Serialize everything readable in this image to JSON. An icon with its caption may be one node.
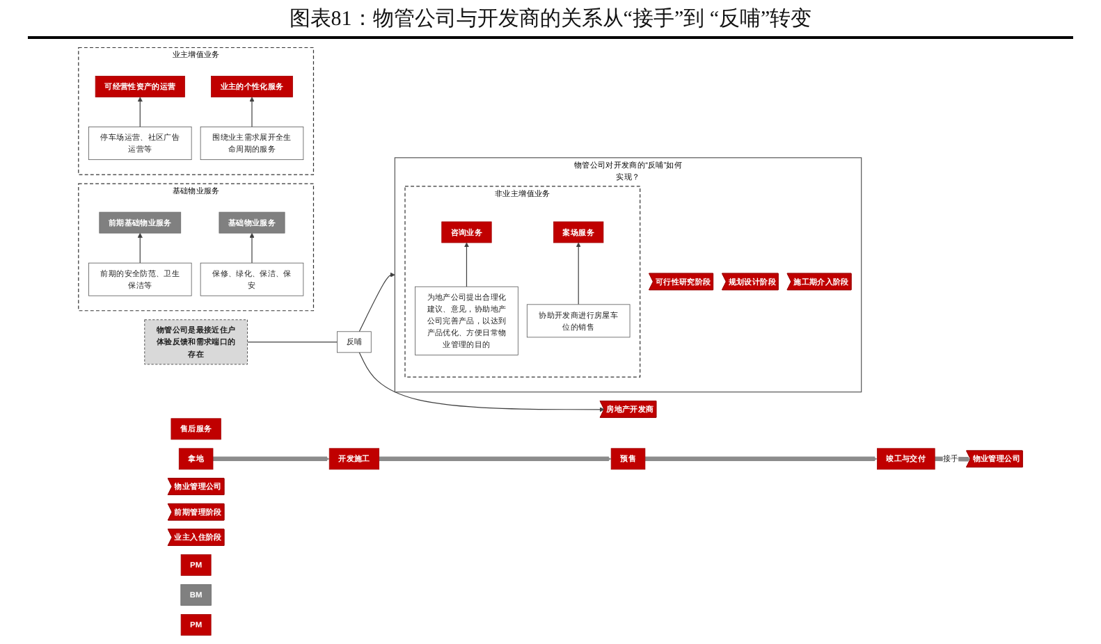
{
  "diagram": {
    "title": "图表81：物管公司与开发商的关系从“接手”到 “反哺”转变",
    "nodes": [
      {
        "text": [
          "房地产开发商"
        ]
      },
      {
        "text": [
          "拿地"
        ]
      },
      {
        "text": [
          "开发施工"
        ]
      },
      {
        "text": [
          "预售"
        ]
      },
      {
        "text": [
          "竣工与交付"
        ]
      },
      {
        "text": [
          "物业管理公司"
        ]
      },
      {
        "text": [
          "售后服务"
        ]
      },
      {
        "text": [
          "物管公司是最接近住户体验反馈和需求端口的存在"
        ]
      },
      {
        "text": [
          "反哺"
        ]
      },
      {
        "text": [
          "物管公司对开发商的“反哺”如何实现？"
        ]
      },
      {
        "text": [
          "物业管理公司"
        ]
      },
      {
        "text": [
          "可行性研究阶段"
        ],
        "in": 9
      },
      {
        "text": [
          "规划设计阶段"
        ],
        "in": 9
      },
      {
        "text": [
          "施工期介入阶段"
        ],
        "in": 9
      },
      {
        "text": [
          "前期管理阶段"
        ]
      },
      {
        "text": [
          "业主入住阶段"
        ]
      },
      {
        "text": [
          "非业主增值业务"
        ],
        "in": 9
      },
      {
        "text": [
          "咨询业务"
        ],
        "in": 16
      },
      {
        "text": [
          "为地产公司提出合理化建议、意见，协助地产公司完善产品，以达到产品优化、方便日常物业管理的目的"
        ],
        "in": 16
      },
      {
        "text": [
          "案场服务"
        ],
        "in": 16
      },
      {
        "text": [
          "协助开发商进行房屋车位的销售"
        ],
        "in": 16
      },
      {
        "text": [
          "基础物业服务"
        ]
      },
      {
        "text": [
          "前期基础物业服务"
        ],
        "in": 21
      },
      {
        "text": [
          "前期的安全防范、卫生保洁等"
        ],
        "in": 21
      },
      {
        "text": [
          "基础物业服务"
        ],
        "in": 21
      },
      {
        "text": [
          "保修、绿化、保洁、保安"
        ],
        "in": 21
      },
      {
        "text": [
          "业主增值业务"
        ]
      },
      {
        "text": [
          "可经营性资产的运营"
        ],
        "in": 26
      },
      {
        "text": [
          "停车场运营、社区广告运营等"
        ],
        "in": 26
      },
      {
        "text": [
          "业主的个性化服务"
        ],
        "in": 26
      },
      {
        "text": [
          "围绕业主需求展开全生命周期的服务"
        ],
        "in": 26
      },
      {
        "text": [
          "PM"
        ]
      },
      {
        "text": [
          "BM"
        ]
      },
      {
        "text": [
          "PM"
        ]
      }
    ],
    "edges": [
      {
        "from": 1,
        "to": 2,
        "arrow": "to",
        "style": "thick",
        "color": "#8c8c8c"
      },
      {
        "from": 2,
        "to": 3,
        "arrow": "to",
        "style": "thick",
        "color": "#8c8c8c"
      },
      {
        "from": 3,
        "to": 4,
        "arrow": "to",
        "style": "thick",
        "color": "#8c8c8c"
      },
      {
        "from": 4,
        "to": 5,
        "arrow": "to",
        "label": "接手",
        "style": "thick",
        "color": "#8c8c8c"
      },
      {
        "from": 7,
        "to": 8,
        "arrow": "none"
      },
      {
        "from": 8,
        "to": 0,
        "arrow": "to"
      },
      {
        "from": 8,
        "to": 9,
        "arrow": "to"
      },
      {
        "from": 18,
        "to": 17,
        "arrow": "to"
      },
      {
        "from": 20,
        "to": 19,
        "arrow": "to"
      },
      {
        "from": 23,
        "to": 22,
        "arrow": "to"
      },
      {
        "from": 25,
        "to": 24,
        "arrow": "to"
      },
      {
        "from": 28,
        "to": 27,
        "arrow": "to"
      },
      {
        "from": 30,
        "to": 29,
        "arrow": "to"
      }
    ]
  }
}
